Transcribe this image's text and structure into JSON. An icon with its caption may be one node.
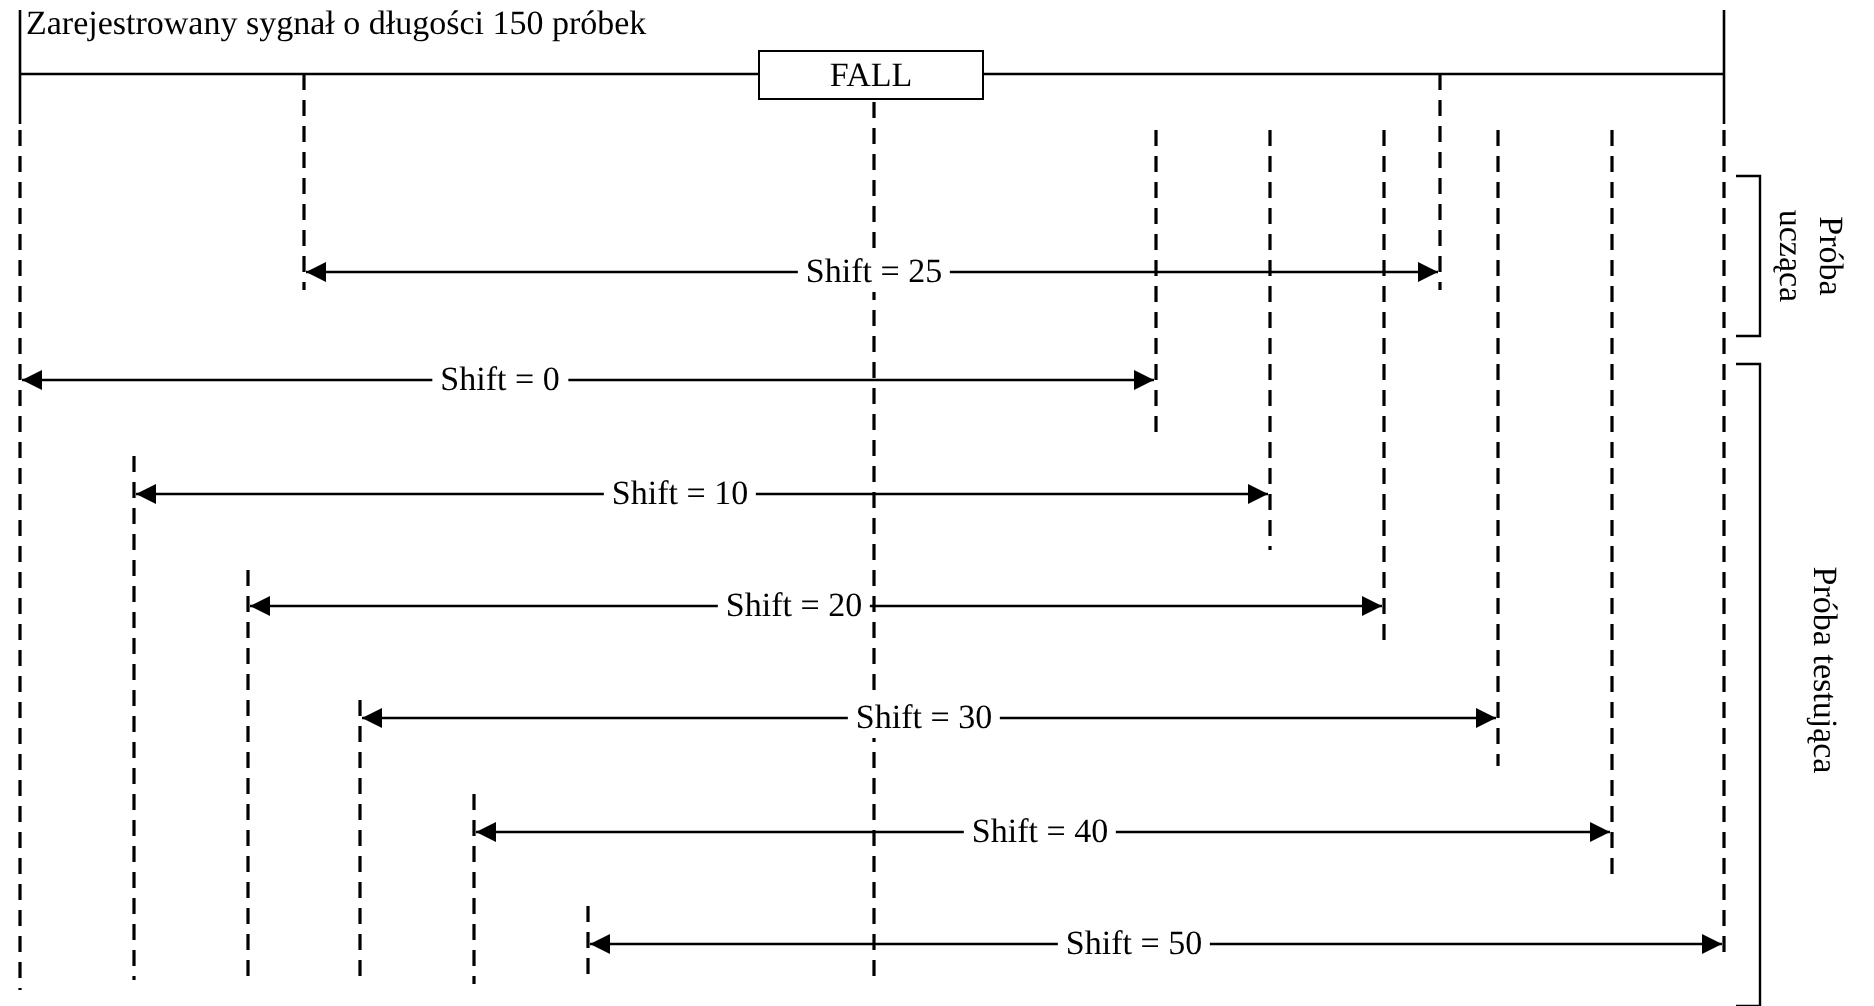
{
  "diagram": {
    "title": "Zarejestrowany sygnał o długości 150 próbek",
    "nodes": [
      {
        "text": [
          "FALL"
        ]
      }
    ],
    "labels": [
      "Shift = 25",
      "Shift = 0",
      "Shift = 10",
      "Shift = 20",
      "Shift = 30",
      "Shift = 40",
      "Shift = 50",
      "Próba ucząca",
      "Próba testująca"
    ]
  }
}
